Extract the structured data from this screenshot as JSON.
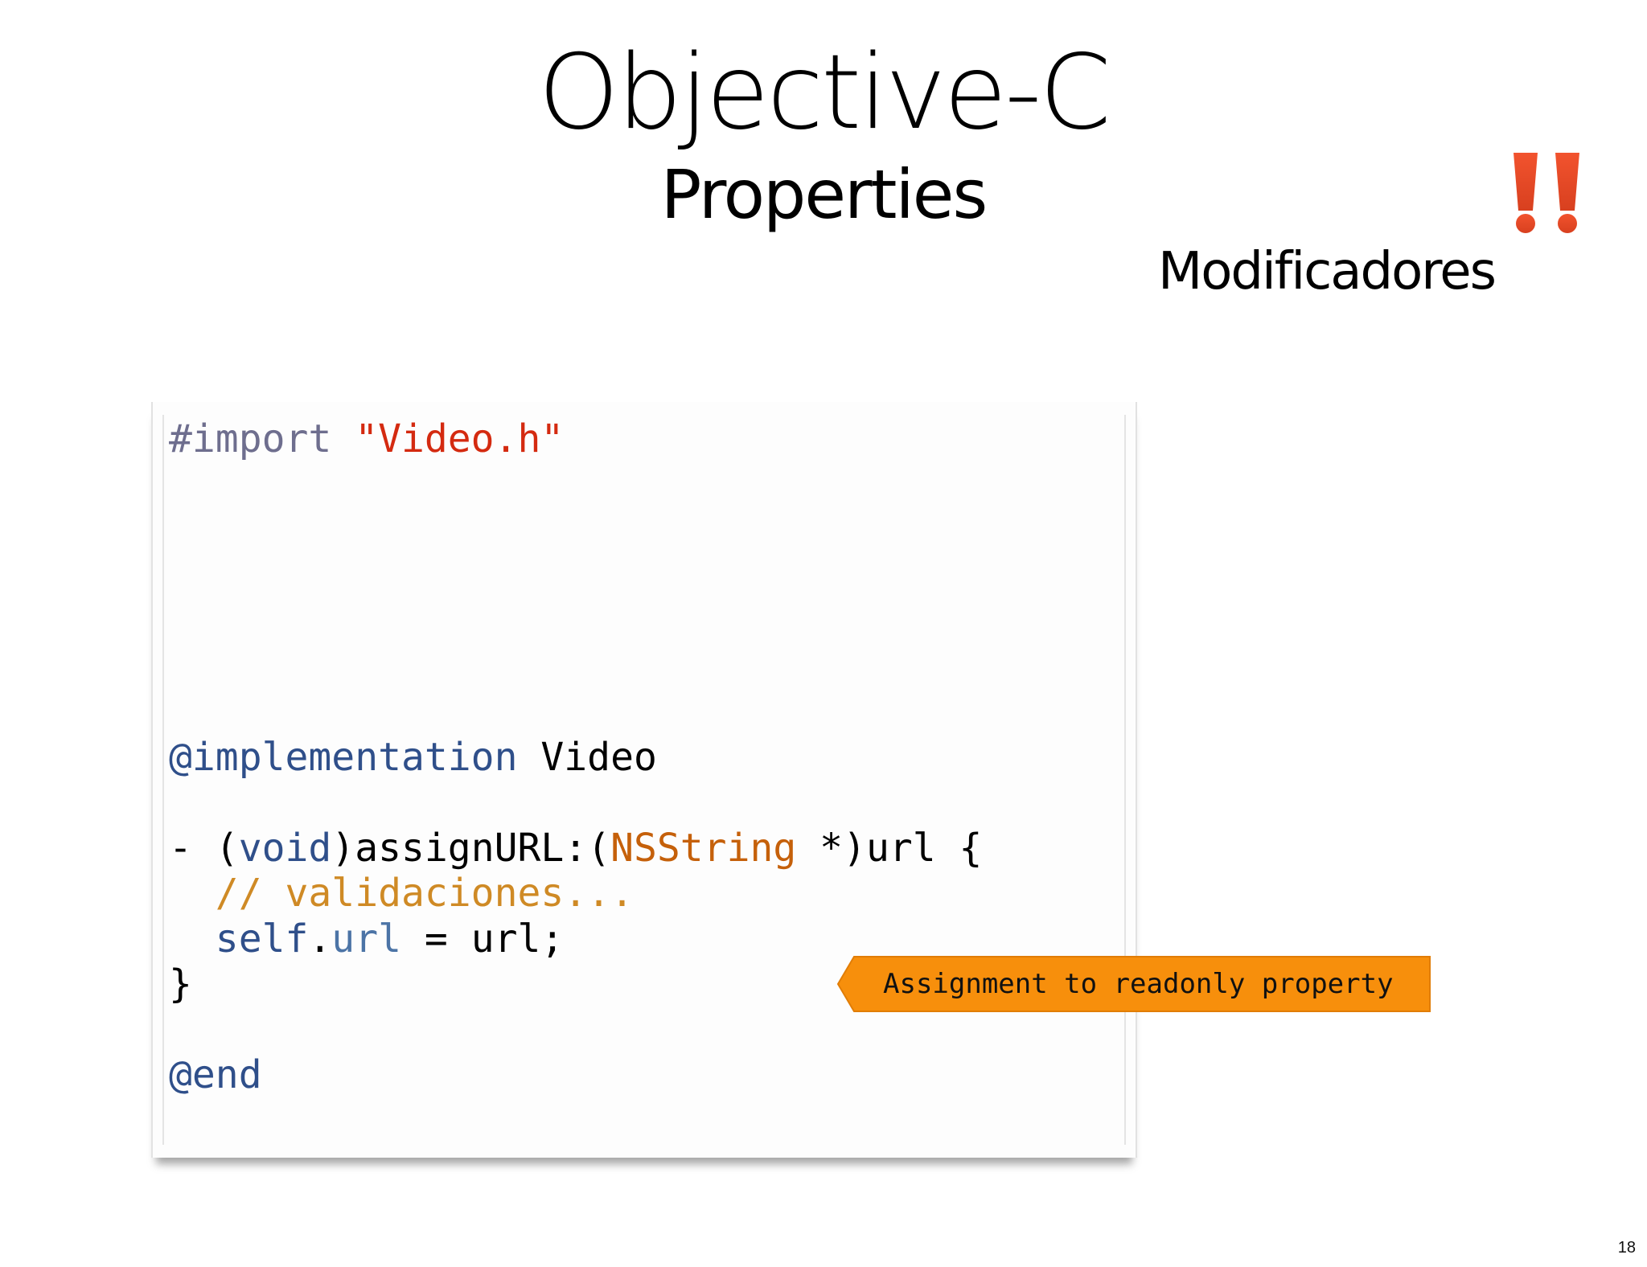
{
  "slide": {
    "title": "Objective-C",
    "subtitle": "Properties",
    "section_label": "Modificadores",
    "alert_icon": "double-exclamation-icon",
    "page_number": "18"
  },
  "code": {
    "lines": [
      [
        {
          "t": "#import ",
          "c": "pre"
        },
        {
          "t": "\"Video.h\"",
          "c": "str"
        }
      ],
      [],
      [],
      [],
      [],
      [],
      [],
      [
        {
          "t": "@implementation",
          "c": "kw"
        },
        {
          "t": " Video",
          "c": "plain"
        }
      ],
      [],
      [
        {
          "t": "- (",
          "c": "plain"
        },
        {
          "t": "void",
          "c": "kw"
        },
        {
          "t": ")assignURL:(",
          "c": "plain"
        },
        {
          "t": "NSString",
          "c": "type"
        },
        {
          "t": " *)url {",
          "c": "plain"
        }
      ],
      [
        {
          "t": "  // validaciones...",
          "c": "cmt"
        }
      ],
      [
        {
          "t": "  ",
          "c": "plain"
        },
        {
          "t": "self",
          "c": "kw"
        },
        {
          "t": ".",
          "c": "plain"
        },
        {
          "t": "url",
          "c": "prop"
        },
        {
          "t": " = url;",
          "c": "plain"
        }
      ],
      [
        {
          "t": "}",
          "c": "plain"
        }
      ],
      [],
      [
        {
          "t": "@end",
          "c": "kw"
        }
      ]
    ]
  },
  "error": {
    "message": "Assignment to readonly property",
    "color": "#f78f0c"
  },
  "colors": {
    "preprocessor": "#6e6e8e",
    "string": "#d42a10",
    "keyword": "#2f4f8a",
    "type": "#c5600a",
    "comment": "#cf8a25",
    "property": "#4c74a6",
    "alert": "#e8472a"
  }
}
